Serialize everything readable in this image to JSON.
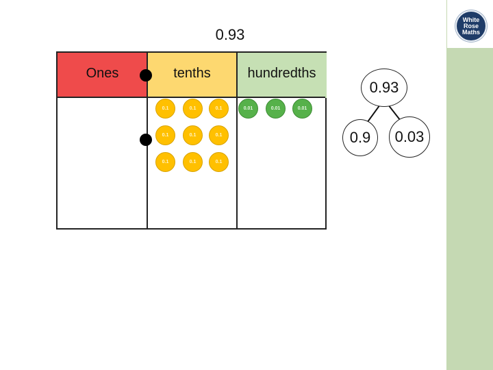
{
  "title": "0.93",
  "logo": {
    "line1": "White",
    "line2": "Rose",
    "line3": "Maths"
  },
  "place_value_chart": {
    "headers": {
      "ones": "Ones",
      "tenths": "tenths",
      "hundredths": "hundredths"
    },
    "counter_labels": {
      "tenth": "0.1",
      "hundredth": "0.01"
    },
    "tenths_count": 9,
    "hundredths_count": 3
  },
  "part_whole": {
    "whole": "0.93",
    "part_left": "0.9",
    "part_right": "0.03"
  },
  "colors": {
    "ones_header": "#ef4b4b",
    "tenths_header": "#fdd870",
    "hundredths_header": "#c6e0b4",
    "tenth_counter": "#ffc000",
    "hundredth_counter": "#56b14a",
    "side_strip": "#c5d9b3"
  }
}
